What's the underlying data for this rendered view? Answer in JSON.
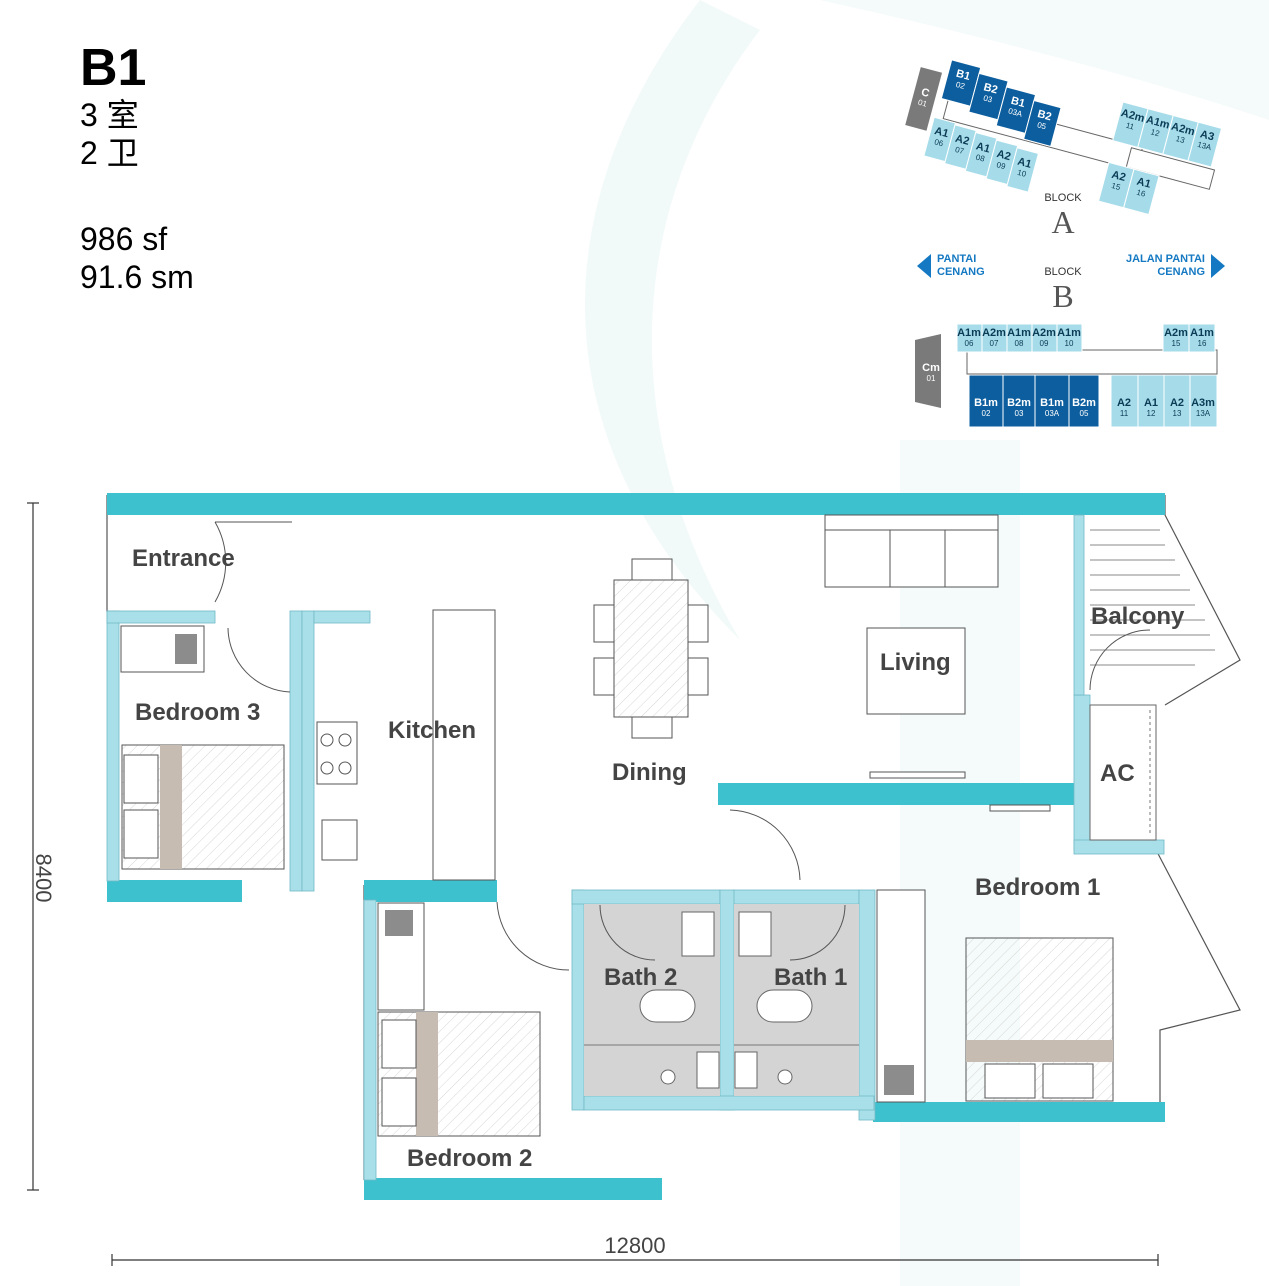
{
  "unit": {
    "title": "B1",
    "bedrooms": "3 室",
    "bathrooms": "2 卫",
    "area_sf": "986 sf",
    "area_sm": "91.6 sm"
  },
  "colors": {
    "wall": "#3ec1cf",
    "wall_light": "#a9dfe8",
    "wet_area": "#d4d4d4",
    "keyplan_highlight": "#0d5e9e",
    "keyplan_unit": "#a6dcea",
    "core": "#7a7a7a",
    "text": "#444444"
  },
  "keyplan": {
    "block_a": {
      "caption": "BLOCK",
      "letter": "A"
    },
    "block_b": {
      "caption": "BLOCK",
      "letter": "B"
    },
    "direction_left": {
      "line1": "PANTAI",
      "line2": "CENANG"
    },
    "direction_right": {
      "line1": "JALAN PANTAI",
      "line2": "CENANG"
    },
    "block_a_units": [
      {
        "type": "C",
        "num": "01"
      },
      {
        "type": "B1",
        "num": "02"
      },
      {
        "type": "B2",
        "num": "03"
      },
      {
        "type": "B1",
        "num": "03A"
      },
      {
        "type": "B2",
        "num": "05"
      },
      {
        "type": "A1",
        "num": "06"
      },
      {
        "type": "A2",
        "num": "07"
      },
      {
        "type": "A1",
        "num": "08"
      },
      {
        "type": "A2",
        "num": "09"
      },
      {
        "type": "A1",
        "num": "10"
      },
      {
        "type": "A2m",
        "num": "11"
      },
      {
        "type": "A1m",
        "num": "12"
      },
      {
        "type": "A2m",
        "num": "13"
      },
      {
        "type": "A3",
        "num": "13A"
      },
      {
        "type": "A2",
        "num": "15"
      },
      {
        "type": "A1",
        "num": "16"
      }
    ],
    "block_b_units": [
      {
        "type": "Cm",
        "num": "01"
      },
      {
        "type": "A1m",
        "num": "06"
      },
      {
        "type": "A2m",
        "num": "07"
      },
      {
        "type": "A1m",
        "num": "08"
      },
      {
        "type": "A2m",
        "num": "09"
      },
      {
        "type": "A1m",
        "num": "10"
      },
      {
        "type": "A2m",
        "num": "15"
      },
      {
        "type": "A1m",
        "num": "16"
      },
      {
        "type": "B1m",
        "num": "02"
      },
      {
        "type": "B2m",
        "num": "03"
      },
      {
        "type": "B1m",
        "num": "03A"
      },
      {
        "type": "B2m",
        "num": "05"
      },
      {
        "type": "A2",
        "num": "11"
      },
      {
        "type": "A1",
        "num": "12"
      },
      {
        "type": "A2",
        "num": "13"
      },
      {
        "type": "A3m",
        "num": "13A"
      }
    ]
  },
  "rooms": {
    "entrance": "Entrance",
    "bedroom3": "Bedroom 3",
    "kitchen": "Kitchen",
    "dining": "Dining",
    "living": "Living",
    "balcony": "Balcony",
    "ac": "AC",
    "bedroom1": "Bedroom 1",
    "bath2": "Bath 2",
    "bath1": "Bath 1",
    "bedroom2": "Bedroom 2"
  },
  "dimensions": {
    "width": "12800",
    "depth": "8400"
  }
}
